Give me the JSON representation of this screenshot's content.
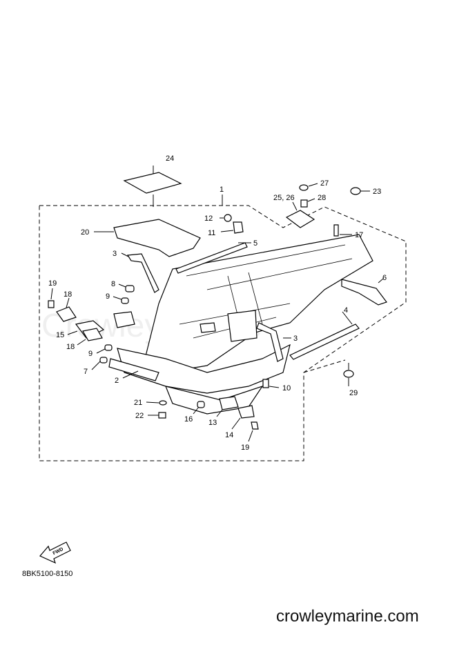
{
  "watermark": "CrowleyMarine",
  "part_code": "8BK5100-8150",
  "site_brand": "crowleymarine.com",
  "fwd_badge": "FWD",
  "callouts": {
    "c1": "1",
    "c2": "2",
    "c3a": "3",
    "c3b": "3",
    "c4": "4",
    "c5": "5",
    "c6": "6",
    "c7": "7",
    "c8": "8",
    "c9a": "9",
    "c9b": "9",
    "c10": "10",
    "c11": "11",
    "c12": "12",
    "c13": "13",
    "c14": "14",
    "c15": "15",
    "c16": "16",
    "c17": "17",
    "c18a": "18",
    "c18b": "18",
    "c19a": "19",
    "c19b": "19",
    "c20": "20",
    "c21": "21",
    "c22": "22",
    "c23": "23",
    "c24": "24",
    "c2526": "25, 26",
    "c27": "27",
    "c28": "28",
    "c29": "29"
  }
}
